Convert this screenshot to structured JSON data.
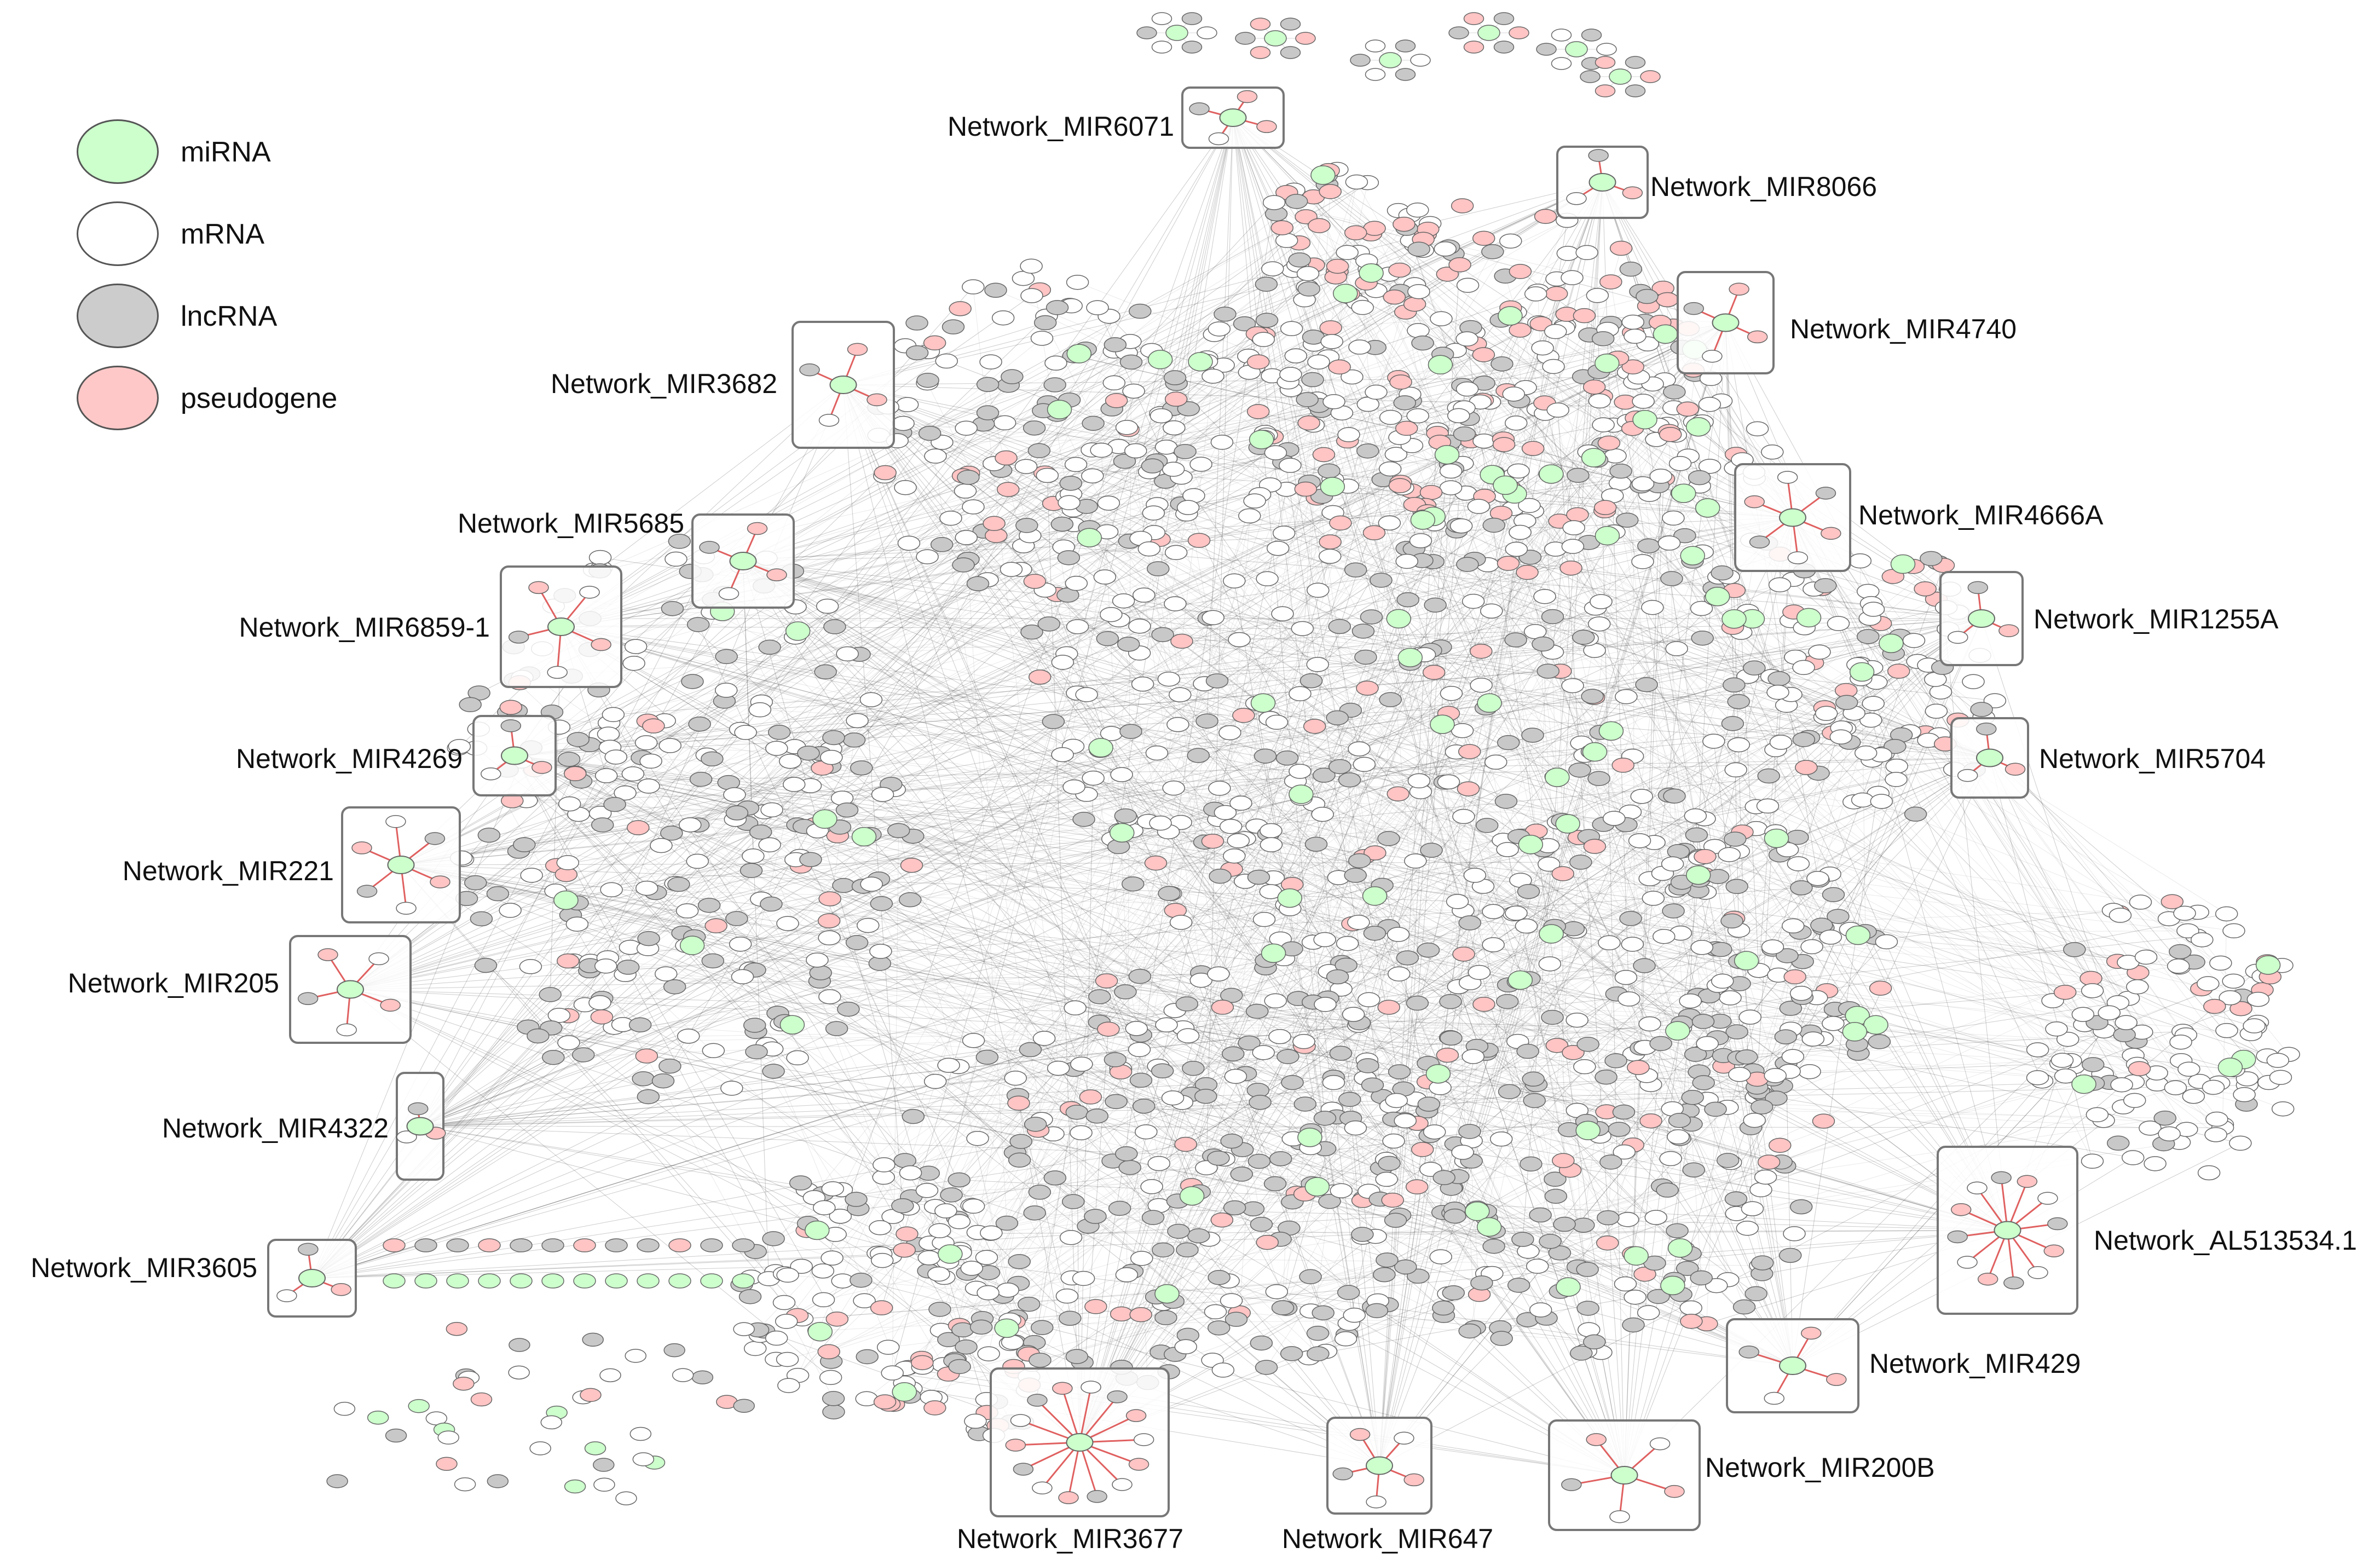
{
  "legend": {
    "items": [
      {
        "label": "miRNA",
        "color": "#ccffcc"
      },
      {
        "label": "mRNA",
        "color": "#ffffff"
      },
      {
        "label": "lncRNA",
        "color": "#cccccc"
      },
      {
        "label": "pseudogene",
        "color": "#ffc8c8"
      }
    ]
  },
  "colors": {
    "mirna": "#ccffcc",
    "mrna": "#ffffff",
    "lncrna": "#c8c8c8",
    "pseudogene": "#ffc4c4",
    "node_stroke": "#666666",
    "edge": "#b0b0b0",
    "red_edge": "#e06060",
    "box_stroke": "#777777"
  },
  "networks": [
    "Network_MIR6071",
    "Network_MIR8066",
    "Network_MIR4740",
    "Network_MIR3682",
    "Network_MIR4666A",
    "Network_MIR5685",
    "Network_MIR1255A",
    "Network_MIR6859-1",
    "Network_MIR4269",
    "Network_MIR5704",
    "Network_MIR221",
    "Network_MIR205",
    "Network_MIR4322",
    "Network_AL513534.1",
    "Network_MIR3605",
    "Network_MIR429",
    "Network_MIR200B",
    "Network_MIR3677",
    "Network_MIR647"
  ]
}
